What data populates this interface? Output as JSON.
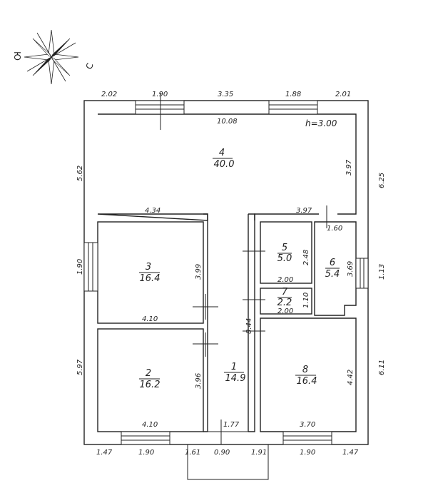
{
  "compass": {
    "north": "Ю",
    "south": "С"
  },
  "ceiling_height": "h=3.00",
  "dims_top": [
    "2.02",
    "1.90",
    "3.35",
    "1.88",
    "2.01"
  ],
  "dims_bottom": [
    "1.47",
    "1.90",
    "1.61",
    "0.90",
    "1.91",
    "1.90",
    "1.47"
  ],
  "dims_left": [
    "5.62",
    "1.90",
    "5.97"
  ],
  "dims_right": [
    "6.25",
    "1.13",
    "6.11"
  ],
  "dims_inner": {
    "r4_top": "10.08",
    "r4_right": "3.97",
    "r4_bl": "4.34",
    "r4_br": "3.97",
    "r6_w": "1.60",
    "r3_h": "3.99",
    "r3_w": "4.10",
    "r2_h": "3.96",
    "r2_w": "4.10",
    "r5_h": "2.48",
    "r5_w": "2.00",
    "r6_h": "3.69",
    "r7_h": "1.10",
    "r7_w": "2.00",
    "corr_h": "8.44",
    "corr_w": "1.77",
    "r8_h": "4.42",
    "r8_w": "3.70"
  },
  "rooms": [
    {
      "num": "4",
      "area": "40.0"
    },
    {
      "num": "3",
      "area": "16.4"
    },
    {
      "num": "2",
      "area": "16.2"
    },
    {
      "num": "1",
      "area": "14.9"
    },
    {
      "num": "5",
      "area": "5.0"
    },
    {
      "num": "6",
      "area": "5.4"
    },
    {
      "num": "7",
      "area": "2.2"
    },
    {
      "num": "8",
      "area": "16.4"
    }
  ]
}
